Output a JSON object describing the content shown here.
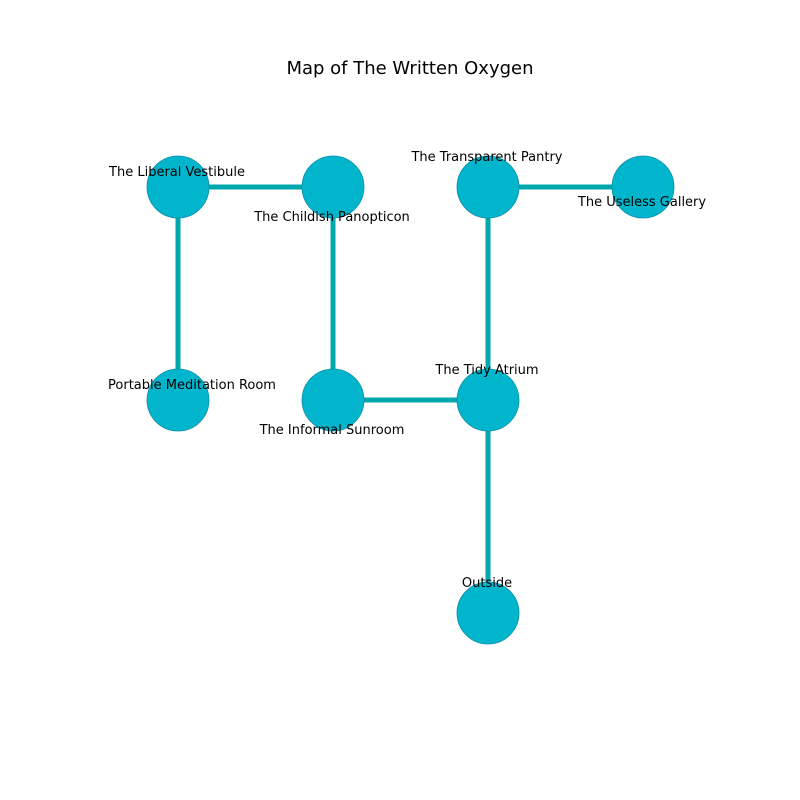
{
  "title": "Map of The Written Oxygen",
  "colors": {
    "node_fill": "#00b5cc",
    "node_stroke": "#0a8fa8",
    "edge": "#00a8ad"
  },
  "rooms": [
    {
      "id": "liberal-vestibule",
      "label": "The Liberal Vestibule"
    },
    {
      "id": "childish-panopticon",
      "label": "The Childish Panopticon"
    },
    {
      "id": "transparent-pantry",
      "label": "The Transparent Pantry"
    },
    {
      "id": "useless-gallery",
      "label": "The Useless Gallery"
    },
    {
      "id": "portable-meditation-room",
      "label": "Portable Meditation Room"
    },
    {
      "id": "informal-sunroom",
      "label": "The Informal Sunroom"
    },
    {
      "id": "tidy-atrium",
      "label": "The Tidy Atrium"
    },
    {
      "id": "outside",
      "label": "Outside"
    }
  ],
  "connections": [
    [
      "liberal-vestibule",
      "childish-panopticon"
    ],
    [
      "liberal-vestibule",
      "portable-meditation-room"
    ],
    [
      "childish-panopticon",
      "informal-sunroom"
    ],
    [
      "informal-sunroom",
      "tidy-atrium"
    ],
    [
      "transparent-pantry",
      "useless-gallery"
    ],
    [
      "transparent-pantry",
      "tidy-atrium"
    ],
    [
      "tidy-atrium",
      "outside"
    ]
  ]
}
